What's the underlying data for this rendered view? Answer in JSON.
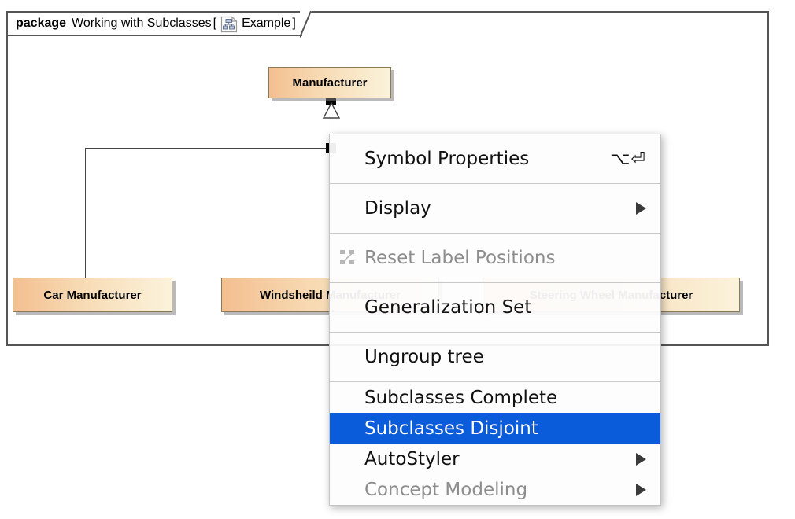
{
  "package": {
    "keyword": "package",
    "name": "Working with Subclasses",
    "bracket_open": "[",
    "bracket_close": "]",
    "diagram_label": "Example",
    "icon": "diagram-page-icon"
  },
  "diagram": {
    "classes": [
      {
        "id": "manufacturer",
        "label": "Manufacturer"
      },
      {
        "id": "car-manufacturer",
        "label": "Car Manufacturer"
      },
      {
        "id": "windsheild-manufacturer",
        "label": "Windsheild Manufacturer"
      },
      {
        "id": "steering-wheel-manufacturer",
        "label": "Steering Wheel Manufacturer"
      }
    ],
    "relationship": "generalization-tree"
  },
  "colors": {
    "class_fill_left": "#f3bf8f",
    "class_fill_right": "#fbf3db",
    "class_border": "#8a7a55",
    "frame_border": "#555555",
    "menu_highlight": "#0b5cda",
    "menu_bg": "#fdfdfd",
    "menu_disabled_text": "#8d8d8d",
    "connector": "#444444"
  },
  "context_menu": {
    "items": [
      {
        "id": "symbol-properties",
        "label": "Symbol Properties",
        "shortcut": "⌥⏎",
        "disabled": false,
        "selected": false,
        "submenu": false,
        "icon": null,
        "compact": false
      },
      {
        "id": "display",
        "label": "Display",
        "shortcut": "",
        "disabled": false,
        "selected": false,
        "submenu": true,
        "icon": null,
        "compact": false
      },
      {
        "id": "reset-label-positions",
        "label": "Reset Label Positions",
        "shortcut": "",
        "disabled": true,
        "selected": false,
        "submenu": false,
        "icon": "reset-label-positions-icon",
        "compact": false
      },
      {
        "id": "generalization-set",
        "label": "Generalization Set",
        "shortcut": "",
        "disabled": false,
        "selected": false,
        "submenu": false,
        "icon": null,
        "compact": false
      },
      {
        "id": "ungroup-tree",
        "label": "Ungroup tree",
        "shortcut": "",
        "disabled": false,
        "selected": false,
        "submenu": false,
        "icon": null,
        "compact": false
      },
      {
        "id": "subclasses-complete",
        "label": "Subclasses Complete",
        "shortcut": "",
        "disabled": false,
        "selected": false,
        "submenu": false,
        "icon": null,
        "compact": true
      },
      {
        "id": "subclasses-disjoint",
        "label": "Subclasses Disjoint",
        "shortcut": "",
        "disabled": false,
        "selected": true,
        "submenu": false,
        "icon": null,
        "compact": true
      },
      {
        "id": "autostyler",
        "label": "AutoStyler",
        "shortcut": "",
        "disabled": false,
        "selected": false,
        "submenu": true,
        "icon": null,
        "compact": true
      },
      {
        "id": "concept-modeling",
        "label": "Concept Modeling",
        "shortcut": "",
        "disabled": true,
        "selected": false,
        "submenu": true,
        "icon": null,
        "compact": true
      }
    ],
    "separators_after": [
      "symbol-properties",
      "display",
      "reset-label-positions",
      "generalization-set",
      "ungroup-tree"
    ]
  }
}
